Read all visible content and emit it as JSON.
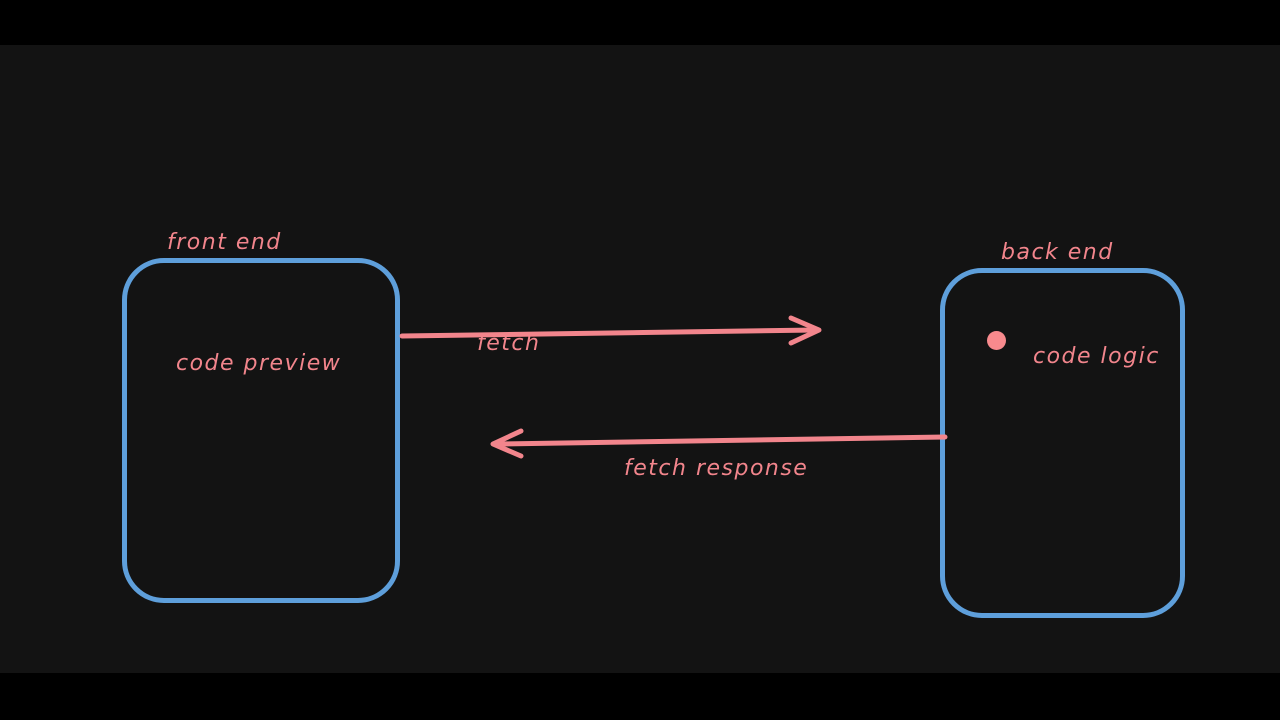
{
  "canvas": {
    "background_color": "#131313",
    "letterbox_color": "#000000",
    "box_border_color": "#5e9fdb",
    "ink_color": "#f2858c"
  },
  "diagram": {
    "nodes": [
      {
        "id": "front-end",
        "title": "front end",
        "content": "code preview"
      },
      {
        "id": "back-end",
        "title": "back end",
        "content": "code logic",
        "bullet": "pink-dot"
      }
    ],
    "arrows": [
      {
        "id": "fetch",
        "label": "fetch",
        "direction": "right",
        "from": "front end",
        "to": "back end"
      },
      {
        "id": "fetch-response",
        "label": "fetch response",
        "direction": "left",
        "from": "back end",
        "to": "front end"
      }
    ]
  }
}
